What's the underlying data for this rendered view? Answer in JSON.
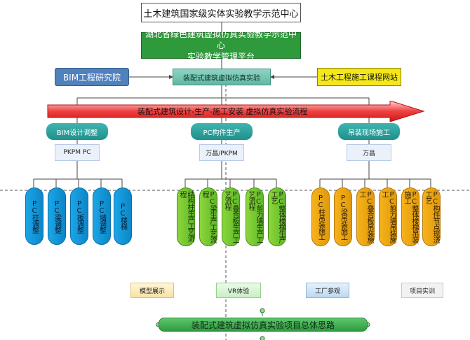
{
  "header": {
    "title": "土木建筑国家级实体实验教学示范中心"
  },
  "platform": {
    "line1": "湖北省绿色建筑虚拟仿真实验教学示范中心",
    "line2": "实验教学管理平台"
  },
  "side_left": {
    "label": "BIM工程研究院"
  },
  "center": {
    "label": "装配式建筑虚拟仿真实验"
  },
  "side_right": {
    "label": "土木工程施工课程网站"
  },
  "flow_arrow": {
    "label": "装配式建筑设计-生产-施工安装  虚拟仿真实验流程"
  },
  "stages": [
    {
      "label": "BIM设计调整",
      "software": "PKPM  PC"
    },
    {
      "label": "PC构件生产",
      "software": "万昌/PKPM"
    },
    {
      "label": "吊装现场施工",
      "software": "万昌"
    }
  ],
  "blue_items": [
    "PC柱调整",
    "PC梁调整",
    "PC板调整",
    "PC墙调整",
    "PC楼梯"
  ],
  "green_items": [
    "结构柱生产工艺流程",
    "PC梁生产工艺流程",
    "PC叠合板生产工艺流程",
    "PC剪力墙生产工艺流程",
    "PC整体楼梯生产工艺"
  ],
  "orange_items": [
    "PC柱吊装施工",
    "PC梁吊装施工",
    "PC叠合板吊装施工",
    "PC剪力墙吊装施工",
    "PC整体楼梯吊装施工",
    "PC构件节点现浇工艺"
  ],
  "bottom_tags": [
    "模型展示",
    "VR体验",
    "工厂参观",
    "项目实训"
  ],
  "summary": {
    "label": "装配式建筑虚拟仿真实验项目总体思路"
  },
  "colors": {
    "platform": "#2e9a3b",
    "bim": "#4f81bd",
    "blue": "#1aa6e6",
    "green": "#8cd63a",
    "orange": "#f6b21b",
    "arrow": "#e02020"
  }
}
